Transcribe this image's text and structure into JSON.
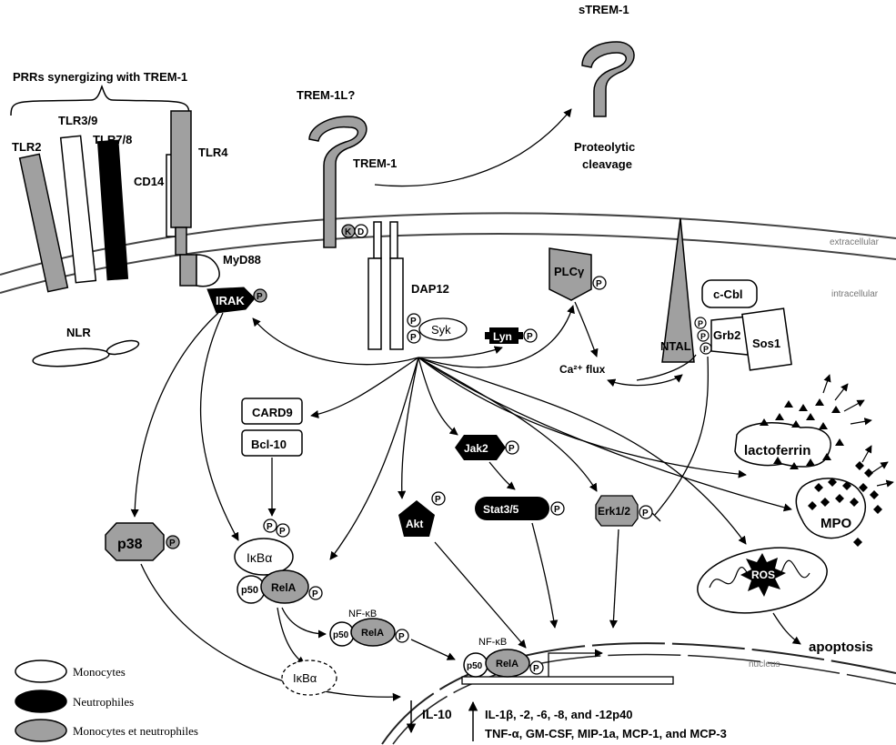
{
  "labels": {
    "prrs_header": "PRRs synergizing with TREM-1",
    "tlr2": "TLR2",
    "tlr39": "TLR3/9",
    "tlr78": "TLR7/8",
    "tlr4": "TLR4",
    "cd14": "CD14",
    "myd88": "MyD88",
    "irak": "IRAK",
    "nlr": "NLR",
    "trem1l": "TREM-1L?",
    "trem1": "TREM-1",
    "strem1": "sTREM-1",
    "proteolytic": "Proteolytic",
    "cleavage": "cleavage",
    "extracellular": "extracellular",
    "intracellular": "intracellular",
    "dap12": "DAP12",
    "syk": "Syk",
    "lyn": "Lyn",
    "plc": "PLCγ",
    "ntal": "NTAL",
    "ccbl": "c-Cbl",
    "grb2": "Grb2",
    "sos1": "Sos1",
    "ca_flux": "Ca²⁺ flux",
    "card9": "CARD9",
    "bcl10": "Bcl-10",
    "jak2": "Jak2",
    "stat": "Stat3/5",
    "akt": "Akt",
    "erk": "Erk1/2",
    "p38": "p38",
    "ikba": "IκBα",
    "p50": "p50",
    "rela": "RelA",
    "nfkb": "NF-κB",
    "lactoferrin": "lactoferrin",
    "mpo": "MPO",
    "ros": "ROS",
    "apoptosis": "apoptosis",
    "nucleus": "nucleus",
    "il10": "IL-10",
    "cyt1": "IL-1β, -2, -6, -8, and -12p40",
    "cyt2": "TNF-α, GM-CSF, MIP-1a, MCP-1, and MCP-3",
    "p": "P",
    "k": "K",
    "d": "D"
  },
  "legend": [
    {
      "label": "Monocytes",
      "color": "#ffffff"
    },
    {
      "label": "Neutrophiles",
      "color": "#000000"
    },
    {
      "label": "Monocytes et neutrophiles",
      "color": "#a0a0a0"
    }
  ],
  "colors": {
    "gray": "#a0a0a0",
    "black": "#000000",
    "white": "#ffffff",
    "membrane": "#555555"
  }
}
